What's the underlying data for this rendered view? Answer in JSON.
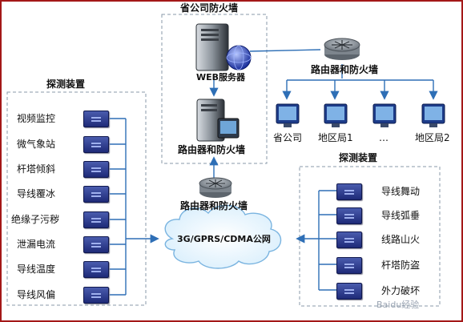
{
  "titles": {
    "province_firewall": "省公司防火墙",
    "left_group": "探测装置",
    "right_group": "探测装置"
  },
  "server": {
    "web_label": "WEB服务器",
    "router_label": "路由器和防火墙"
  },
  "router_top_right": {
    "label": "路由器和防火墙"
  },
  "router_center": {
    "label": "路由器和防火墙"
  },
  "cloud": {
    "label": "3G/GPRS/CDMA公网"
  },
  "clients": [
    {
      "label": "省公司"
    },
    {
      "label": "地区局1"
    },
    {
      "label": "…"
    },
    {
      "label": "地区局2"
    }
  ],
  "left_devices": [
    {
      "label": "视频监控"
    },
    {
      "label": "微气象站"
    },
    {
      "label": "杆塔倾斜"
    },
    {
      "label": "导线覆冰"
    },
    {
      "label": "绝缘子污秽"
    },
    {
      "label": "泄漏电流"
    },
    {
      "label": "导线温度"
    },
    {
      "label": "导线风偏"
    }
  ],
  "right_devices": [
    {
      "label": "导线舞动"
    },
    {
      "label": "导线弧垂"
    },
    {
      "label": "线路山火"
    },
    {
      "label": "杆塔防盗"
    },
    {
      "label": "外力破坏"
    }
  ],
  "watermark": {
    "text": "Baidu经验"
  },
  "colors": {
    "frame": "#a41818",
    "device": "#2a3a8e",
    "arrow": "#2e6fb6",
    "dash": "#8a9aa8"
  }
}
